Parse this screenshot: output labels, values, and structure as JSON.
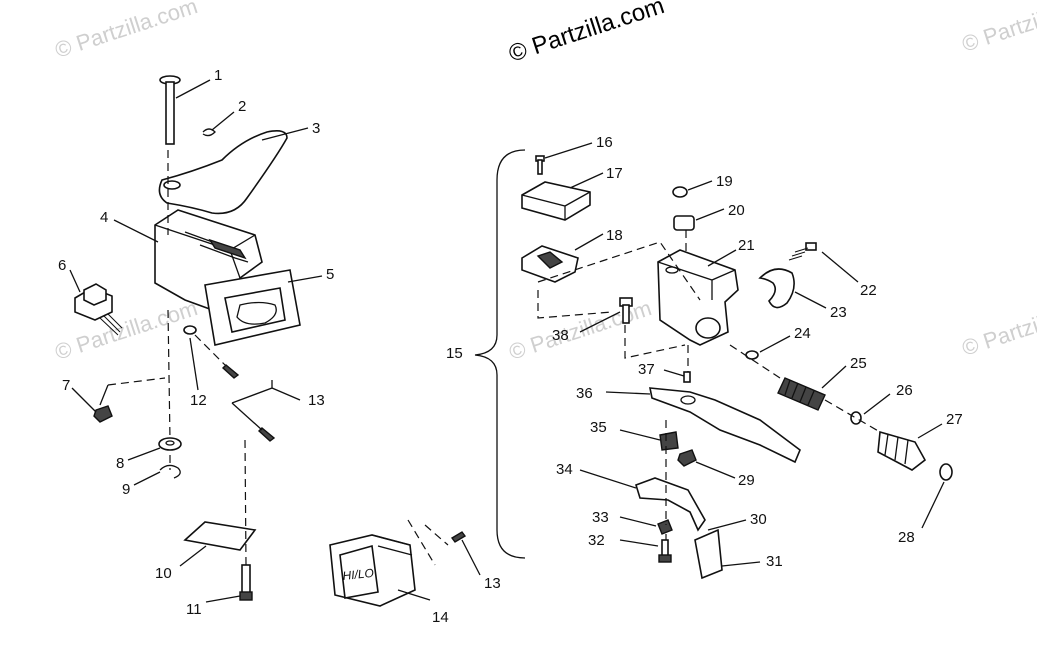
{
  "watermarks": {
    "main": "© Partzilla.com",
    "faint": [
      "© Partzilla.com",
      "© Partzilla.com",
      "© Partzilla.com",
      "© Partzilla.com",
      "© Partzilla.com"
    ]
  },
  "switch_label": "HI/LO",
  "parts": [
    "1",
    "2",
    "3",
    "4",
    "5",
    "6",
    "7",
    "8",
    "9",
    "10",
    "11",
    "12",
    "13",
    "13",
    "14",
    "15",
    "16",
    "17",
    "18",
    "19",
    "20",
    "21",
    "22",
    "23",
    "24",
    "25",
    "26",
    "27",
    "28",
    "29",
    "30",
    "31",
    "32",
    "33",
    "34",
    "35",
    "36",
    "37",
    "38"
  ]
}
